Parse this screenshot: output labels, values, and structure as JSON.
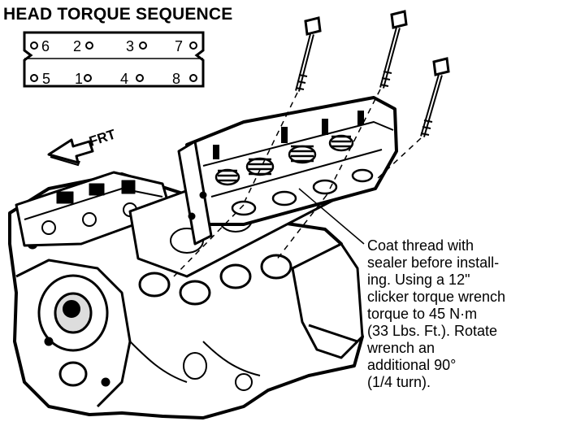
{
  "diagram": {
    "title": "HEAD TORQUE SEQUENCE",
    "front_label": "FRT",
    "sequence": {
      "top_row": [
        "6",
        "2",
        "3",
        "7"
      ],
      "bottom_row": [
        "5",
        "1",
        "4",
        "8"
      ]
    },
    "note": "Coat thread with\nsealer before install-\ning. Using a 12\"\nclicker torque wrench\ntorque to 45 N·m\n(33 Lbs. Ft.). Rotate\nwrench an\nadditional 90°\n(1/4 turn)."
  }
}
